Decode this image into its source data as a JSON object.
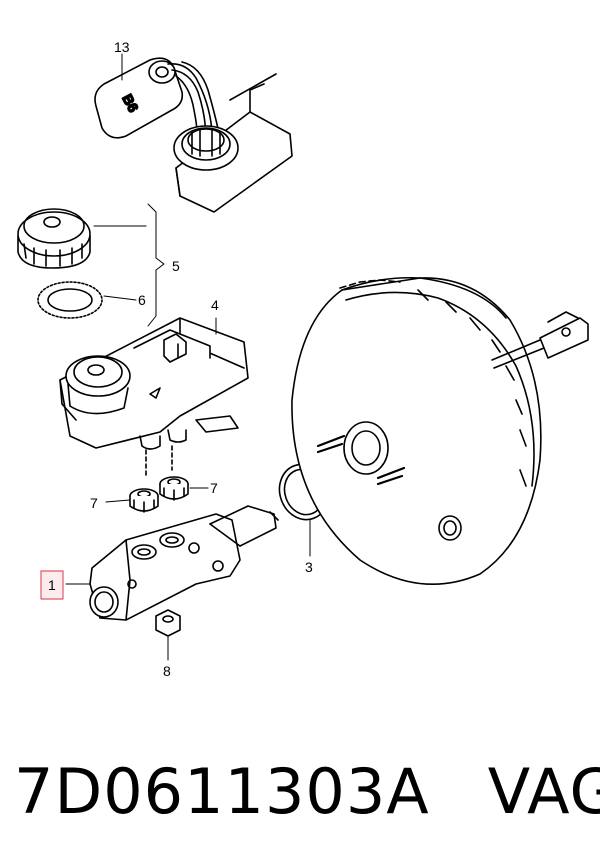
{
  "callouts": {
    "c1": "1",
    "c3": "3",
    "c4": "4",
    "c5": "5",
    "c6": "6",
    "c7a": "7",
    "c7b": "7",
    "c8": "8",
    "c13": "13"
  },
  "bottle_label": "B6",
  "highlight_color": "#e05a6a",
  "footer": {
    "part_number": "7D0611303A",
    "brand": "VAG"
  }
}
